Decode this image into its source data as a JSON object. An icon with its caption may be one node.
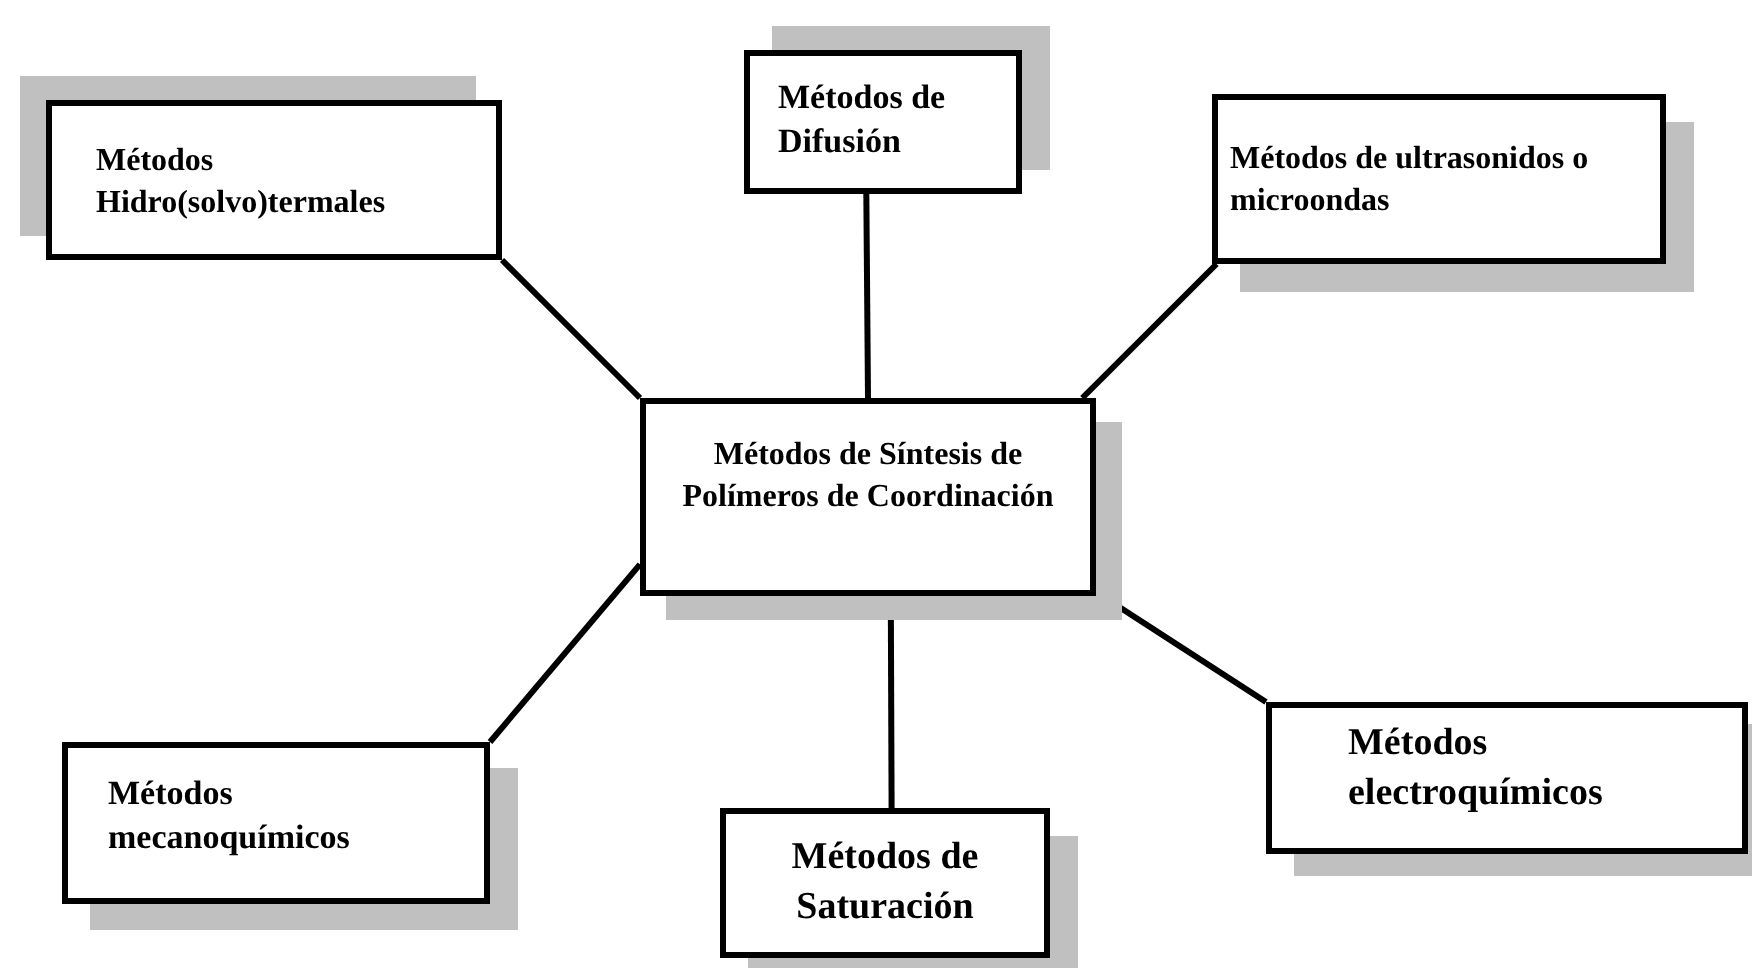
{
  "diagram": {
    "nodes": [
      {
        "text": [
          "Métodos de Síntesis de Polímeros de Coordinación"
        ]
      },
      {
        "text": [
          "Métodos Hidro(solvo)termales"
        ]
      },
      {
        "text": [
          "Métodos de Difusión"
        ]
      },
      {
        "text": [
          "Métodos de ultrasonidos o microondas"
        ]
      },
      {
        "text": [
          "Métodos mecanoquímicos"
        ]
      },
      {
        "text": [
          "Métodos de Saturación"
        ]
      },
      {
        "text": [
          "Métodos electroquímicos"
        ]
      }
    ],
    "edges": [
      {
        "from": 0,
        "to": 1,
        "arrow": "none"
      },
      {
        "from": 0,
        "to": 2,
        "arrow": "none"
      },
      {
        "from": 0,
        "to": 3,
        "arrow": "none"
      },
      {
        "from": 0,
        "to": 4,
        "arrow": "none"
      },
      {
        "from": 0,
        "to": 5,
        "arrow": "none"
      },
      {
        "from": 0,
        "to": 6,
        "arrow": "none"
      }
    ]
  }
}
